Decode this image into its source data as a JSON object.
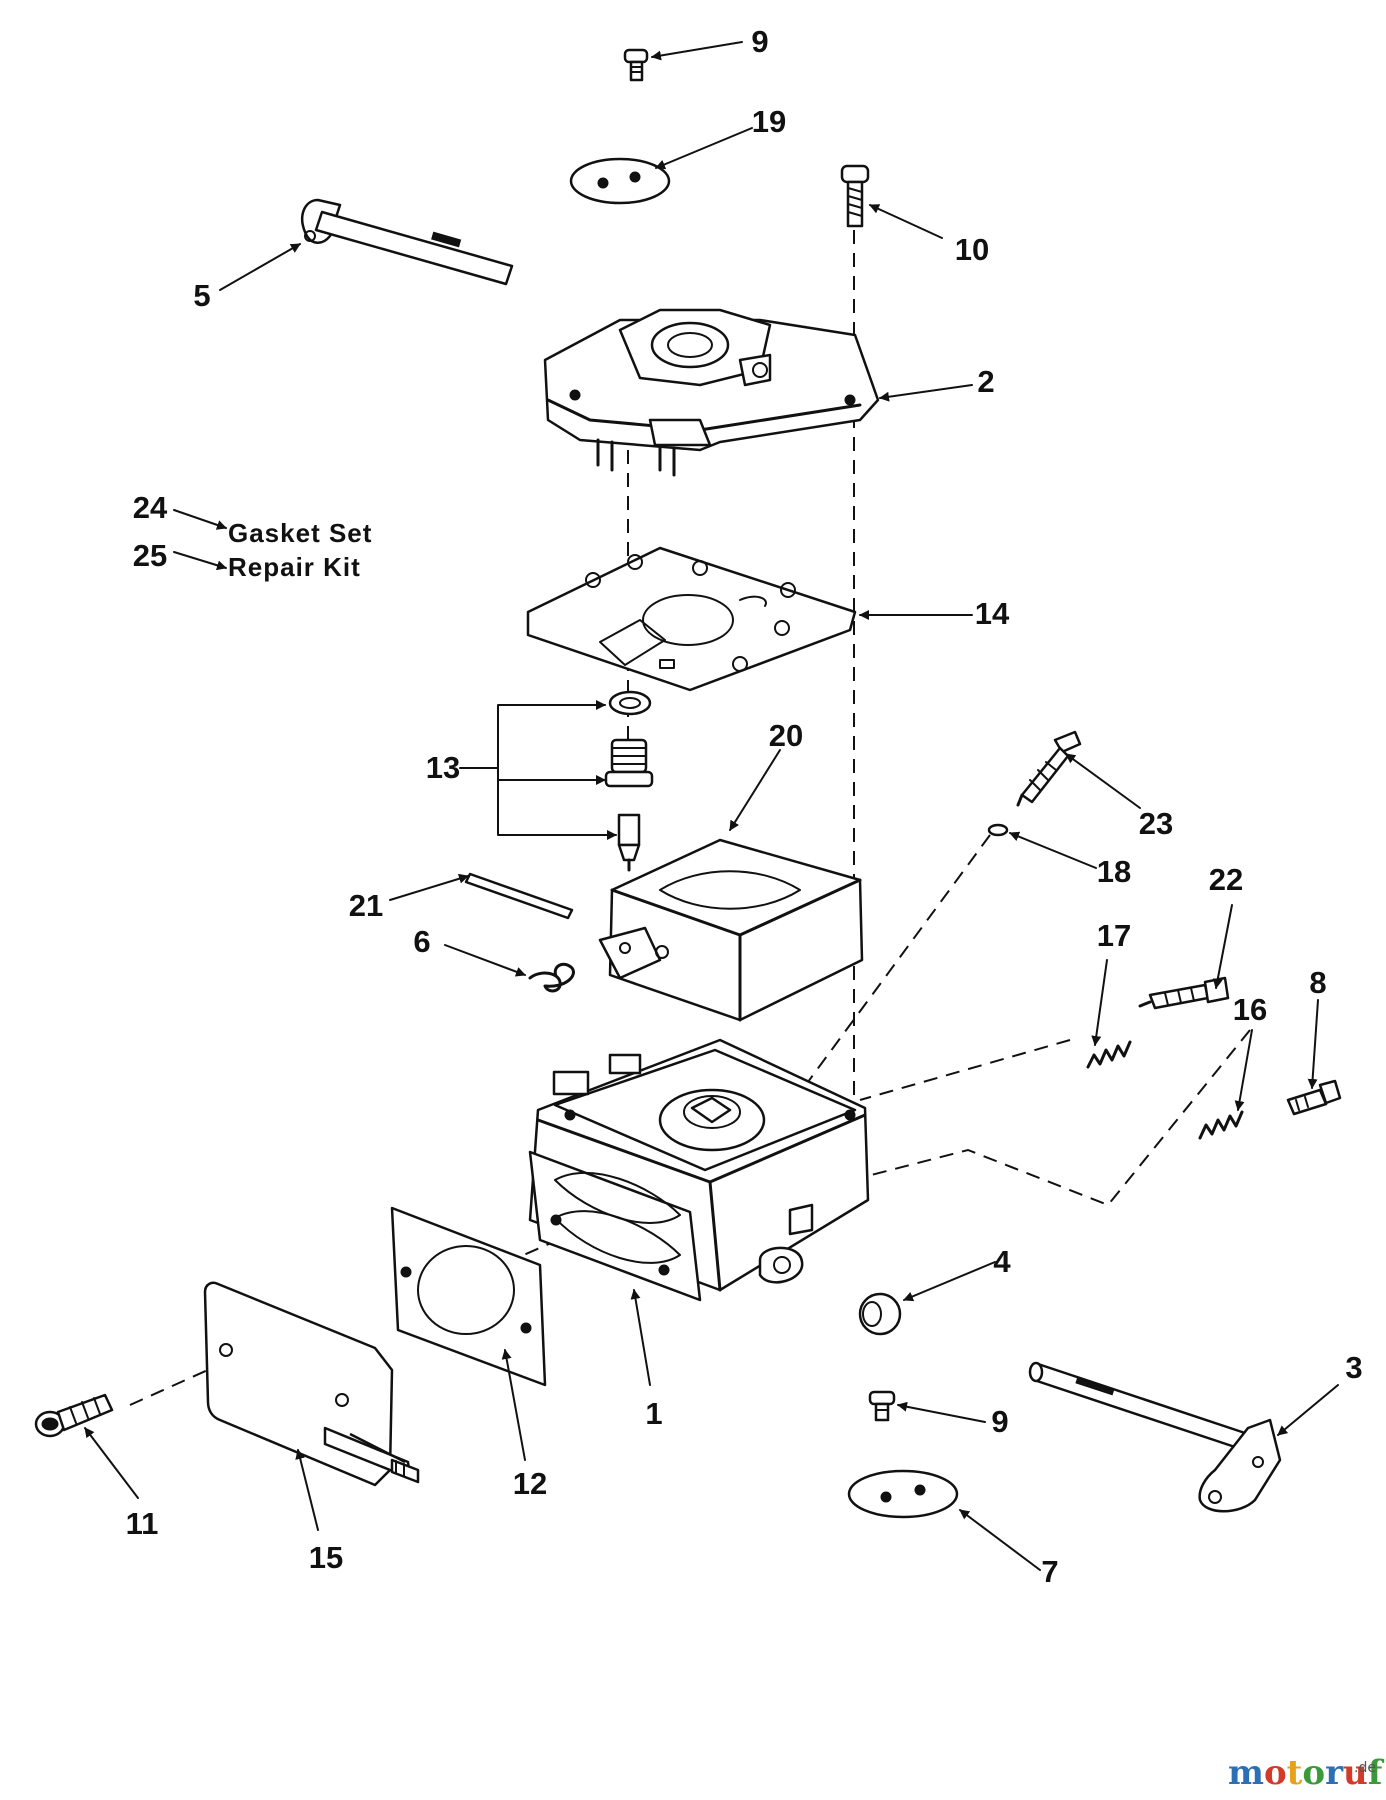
{
  "parts": {
    "p1": "1",
    "p2": "2",
    "p3": "3",
    "p4": "4",
    "p5": "5",
    "p6": "6",
    "p7": "7",
    "p8": "8",
    "p9a": "9",
    "p9b": "9",
    "p10": "10",
    "p11": "11",
    "p12": "12",
    "p13": "13",
    "p14": "14",
    "p15": "15",
    "p16": "16",
    "p17": "17",
    "p18": "18",
    "p19": "19",
    "p20": "20",
    "p21": "21",
    "p22": "22",
    "p23": "23"
  },
  "legend": [
    {
      "num": "24",
      "label": "Gasket Set"
    },
    {
      "num": "25",
      "label": "Repair Kit"
    }
  ],
  "watermark": {
    "letters": [
      "m",
      "o",
      "t",
      "o",
      "r",
      "u",
      "f"
    ],
    "colors": [
      "#2d6fb7",
      "#d23a2a",
      "#e7a21b",
      "#3a9a3a",
      "#2d6fb7",
      "#d23a2a",
      "#3a9a3a"
    ],
    "suffix": ".de"
  }
}
